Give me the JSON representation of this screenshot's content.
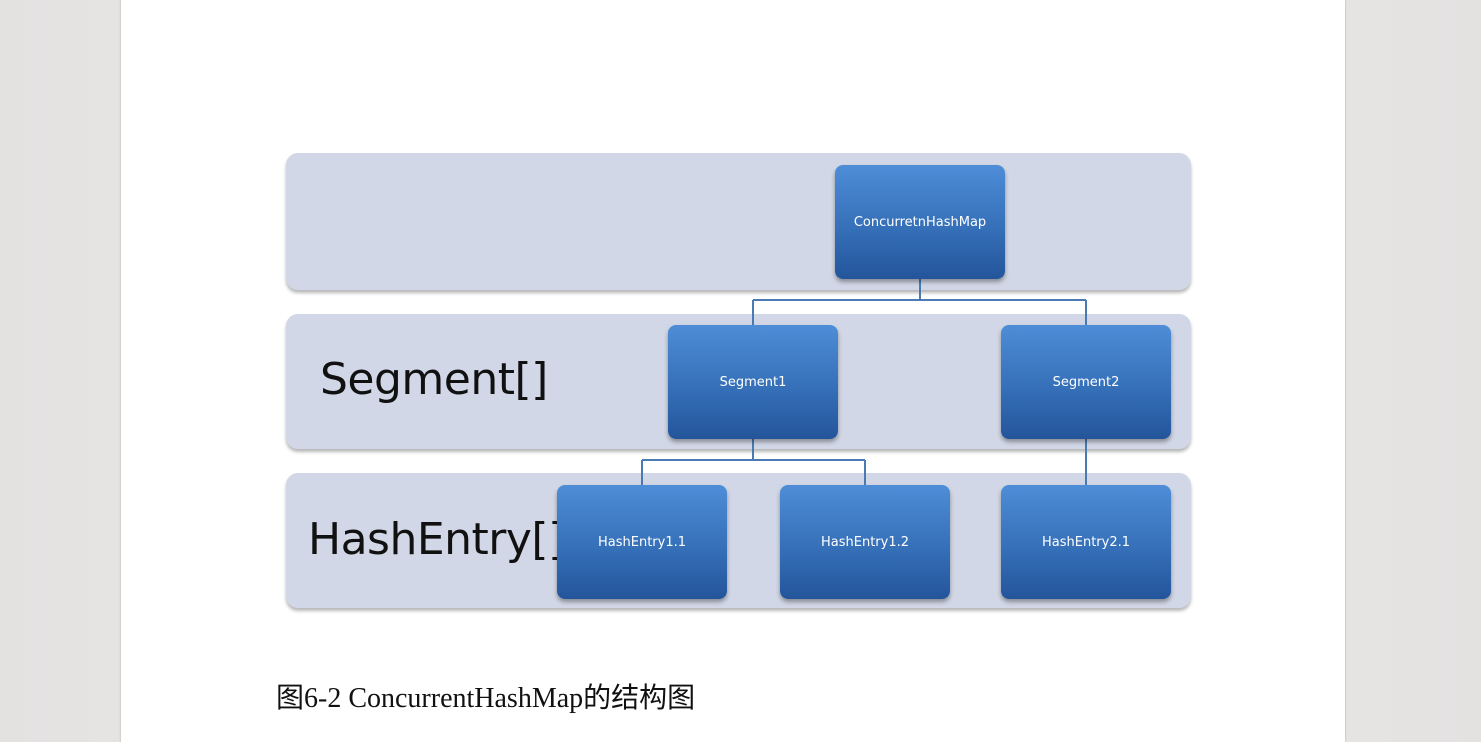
{
  "diagram": {
    "levels": [
      {
        "label": ""
      },
      {
        "label": "Segment[]"
      },
      {
        "label": "HashEntry[]"
      }
    ],
    "nodes": {
      "root": "ConcurretnHashMap",
      "segment1": "Segment1",
      "segment2": "Segment2",
      "entry1_1": "HashEntry1.1",
      "entry1_2": "HashEntry1.2",
      "entry2_1": "HashEntry2.1"
    },
    "colors": {
      "band": "#d1d7e6",
      "node": "#3a77c2",
      "connector": "#4a7ab3"
    }
  },
  "caption": "图6-2 ConcurrentHashMap的结构图"
}
